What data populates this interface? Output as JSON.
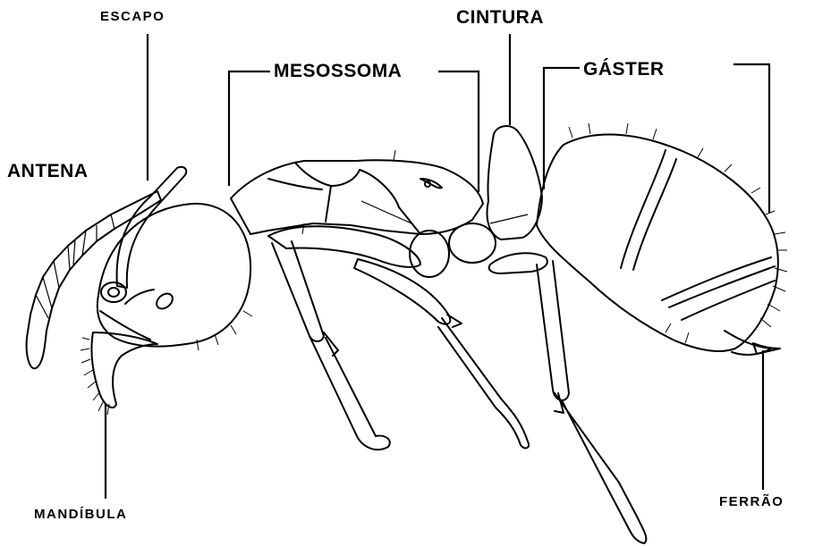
{
  "labels": {
    "escapo": "ESCAPO",
    "cintura": "CINTURA",
    "mesossoma": "MESOSSOMA",
    "gaster": "GÁSTER",
    "antena": "ANTENA",
    "mandibula": "MANDÍBULA",
    "ferrao": "FERRÃO"
  },
  "colors": {
    "ink": "#000000",
    "background": "#ffffff"
  }
}
